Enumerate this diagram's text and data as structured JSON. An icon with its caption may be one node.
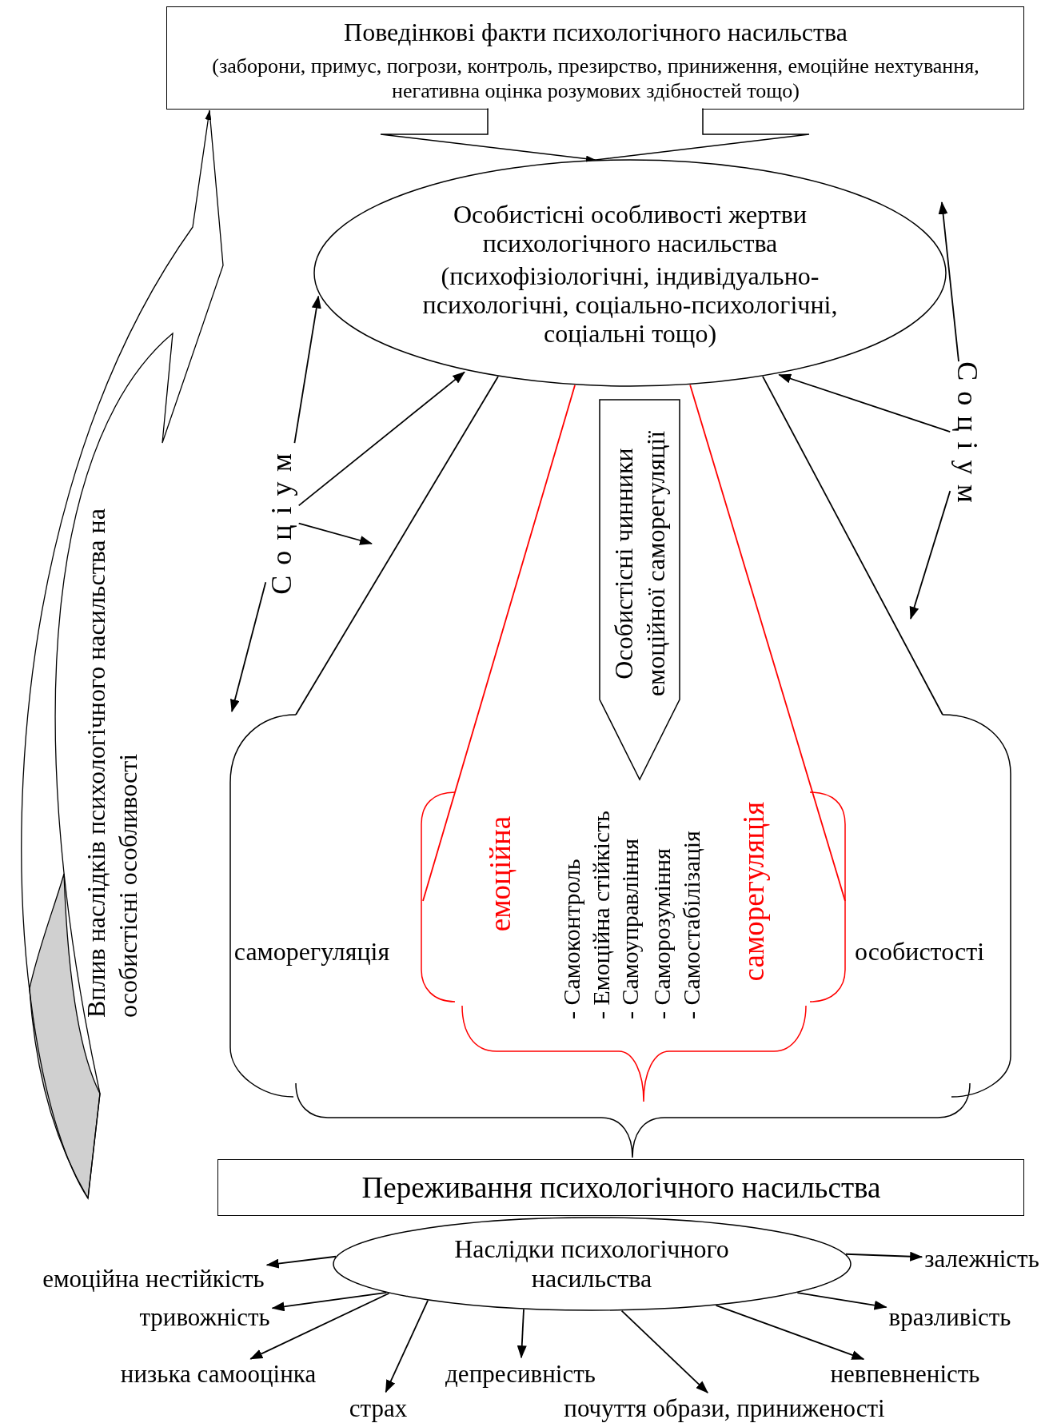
{
  "diagram": {
    "nodes": [
      {
        "text": [
          "Поведінкові факти психологічного насильства",
          "(заборони, примус, погрози, контроль, презирство, приниження, емоційне нехтування, негативна оцінка розумових здібностей тощо)"
        ]
      },
      {
        "text": [
          "Особистісні особливості жертви психологічного насильства",
          "(психофізіологічні, індивідуально-психологічні, соціально-психологічні, соціальні тощо)"
        ]
      },
      {
        "text": [
          "Соціум"
        ]
      },
      {
        "text": [
          "Соціум"
        ]
      },
      {
        "text": [
          "саморегуляція",
          "особистості"
        ]
      },
      {
        "text": [
          "емоційна",
          "- Самоконтроль",
          "- Емоційна стійкість",
          "- Самоуправління",
          "- Саморозуміння",
          "- Самостабілізація",
          "саморегуляція"
        ],
        "in": 4
      },
      {
        "text": [
          "Особистісні чинники емоційної саморегуляції"
        ]
      },
      {
        "text": [
          "Переживання психологічного насильства"
        ]
      },
      {
        "text": [
          "Наслідки психологічного насильства"
        ]
      },
      {
        "text": [
          "залежність"
        ]
      },
      {
        "text": [
          "емоційна нестійкість"
        ]
      },
      {
        "text": [
          "тривожність"
        ]
      },
      {
        "text": [
          "вразливість"
        ]
      },
      {
        "text": [
          "низька самооцінка"
        ]
      },
      {
        "text": [
          "депресивність"
        ]
      },
      {
        "text": [
          "невпевненість"
        ]
      },
      {
        "text": [
          "страх"
        ]
      },
      {
        "text": [
          "почуття образи, приниженості"
        ]
      }
    ],
    "edges": [
      {
        "from": 0,
        "to": 1,
        "arrow": "to"
      },
      {
        "from": null,
        "to": 0,
        "arrow": "to",
        "label": "Вплив наслідків психологічного насильства на особистісні особливості"
      },
      {
        "from": 2,
        "to": 1,
        "arrow": "to"
      },
      {
        "from": 2,
        "to": 1,
        "arrow": "to"
      },
      {
        "from": 2,
        "to": null,
        "arrow": "to"
      },
      {
        "from": 2,
        "to": 4,
        "arrow": "to"
      },
      {
        "from": 3,
        "to": 1,
        "arrow": "to"
      },
      {
        "from": 3,
        "to": 1,
        "arrow": "to"
      },
      {
        "from": 3,
        "to": null,
        "arrow": "to"
      },
      {
        "from": 1,
        "to": 4,
        "arrow": "none"
      },
      {
        "from": 1,
        "to": 4,
        "arrow": "none"
      },
      {
        "from": 1,
        "to": 5,
        "arrow": "none",
        "color": "#ff0000"
      },
      {
        "from": 1,
        "to": 5,
        "arrow": "none",
        "color": "#ff0000"
      },
      {
        "from": 8,
        "to": 9,
        "arrow": "to"
      },
      {
        "from": 8,
        "to": 10,
        "arrow": "to"
      },
      {
        "from": 8,
        "to": 11,
        "arrow": "to"
      },
      {
        "from": 8,
        "to": 12,
        "arrow": "to"
      },
      {
        "from": 8,
        "to": 13,
        "arrow": "to"
      },
      {
        "from": 8,
        "to": 14,
        "arrow": "to"
      },
      {
        "from": 8,
        "to": 15,
        "arrow": "to"
      },
      {
        "from": 8,
        "to": 16,
        "arrow": "to"
      },
      {
        "from": 8,
        "to": 17,
        "arrow": "to"
      }
    ]
  }
}
